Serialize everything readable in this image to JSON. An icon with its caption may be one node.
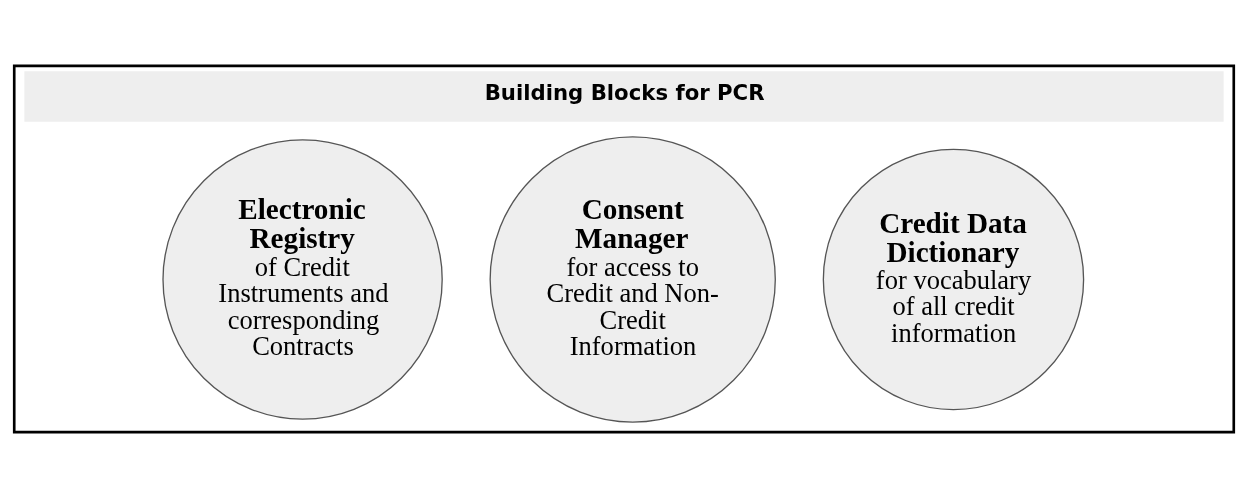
{
  "diagram": {
    "nodes": [
      {
        "text": [
          "Building Blocks for PCR"
        ]
      },
      {
        "text": [
          "Electronic Registry",
          "of Credit Instruments and corresponding Contracts"
        ],
        "in": 0
      },
      {
        "text": [
          "Consent Manager",
          "for access to Credit and Non-Credit Information"
        ],
        "in": 0
      },
      {
        "text": [
          "Credit Data Dictionary",
          "for vocabulary of all credit information"
        ],
        "in": 0
      }
    ],
    "edges": []
  }
}
